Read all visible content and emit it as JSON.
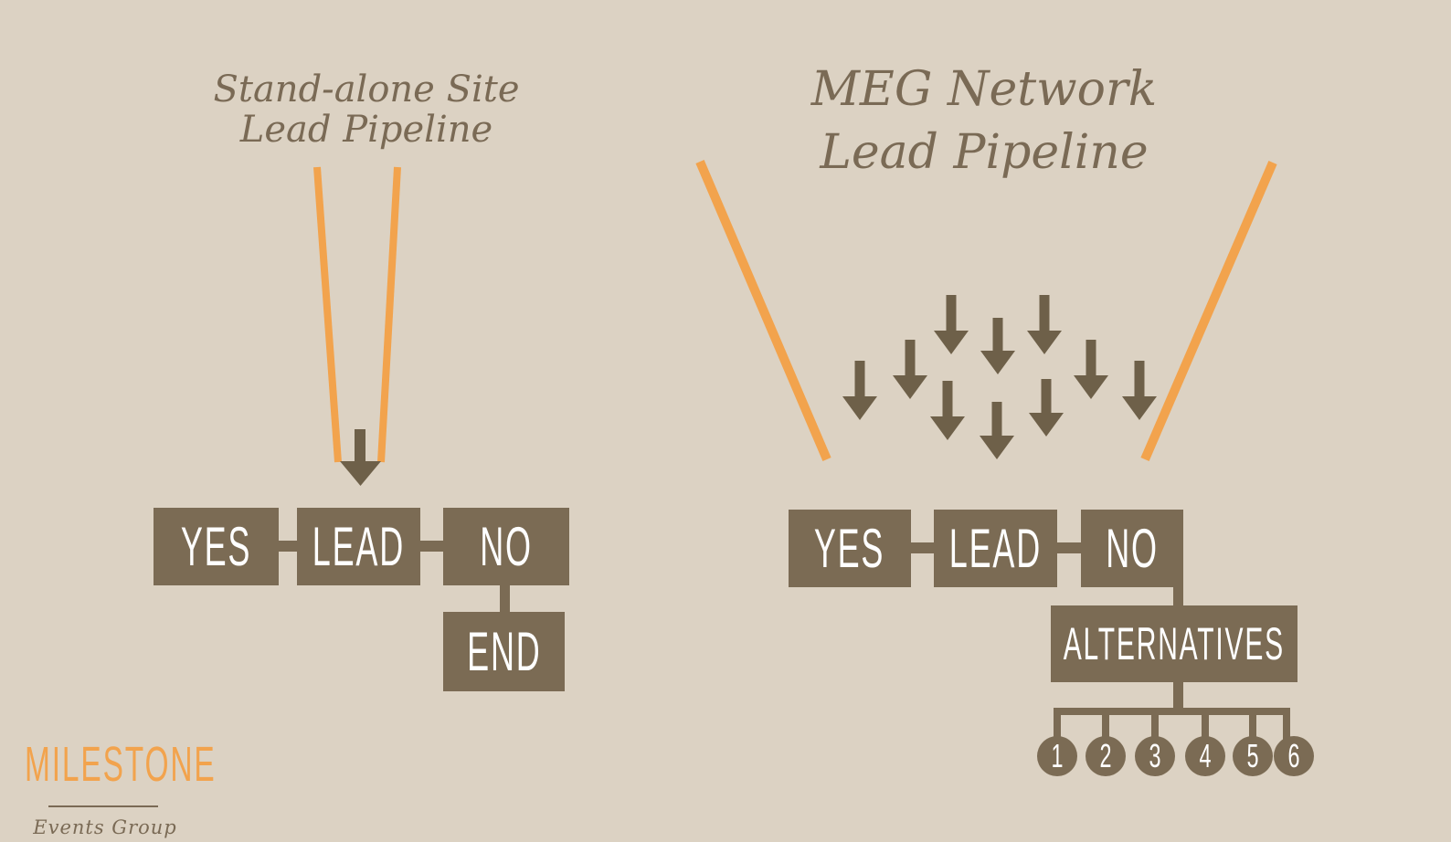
{
  "palette": {
    "background": "#dcd2c3",
    "box_brown": "#7b6b54",
    "arrow_brown": "#6e6049",
    "funnel_orange": "#f2a34d",
    "title_brown": "#7a6a55",
    "box_text": "#ffffff"
  },
  "left_pipeline": {
    "title_line1": "Stand-alone Site",
    "title_line2": "Lead Pipeline",
    "boxes": {
      "yes": "YES",
      "lead": "LEAD",
      "no": "NO",
      "end": "END"
    }
  },
  "right_pipeline": {
    "title_line1": "MEG Network",
    "title_line2": "Lead Pipeline",
    "boxes": {
      "yes": "YES",
      "lead": "LEAD",
      "no": "NO",
      "alternatives": "ALTERNATIVES"
    },
    "alternative_numbers": [
      "1",
      "2",
      "3",
      "4",
      "5",
      "6"
    ]
  },
  "logo": {
    "name": "MILESTONE",
    "subtitle": "Events Group"
  }
}
